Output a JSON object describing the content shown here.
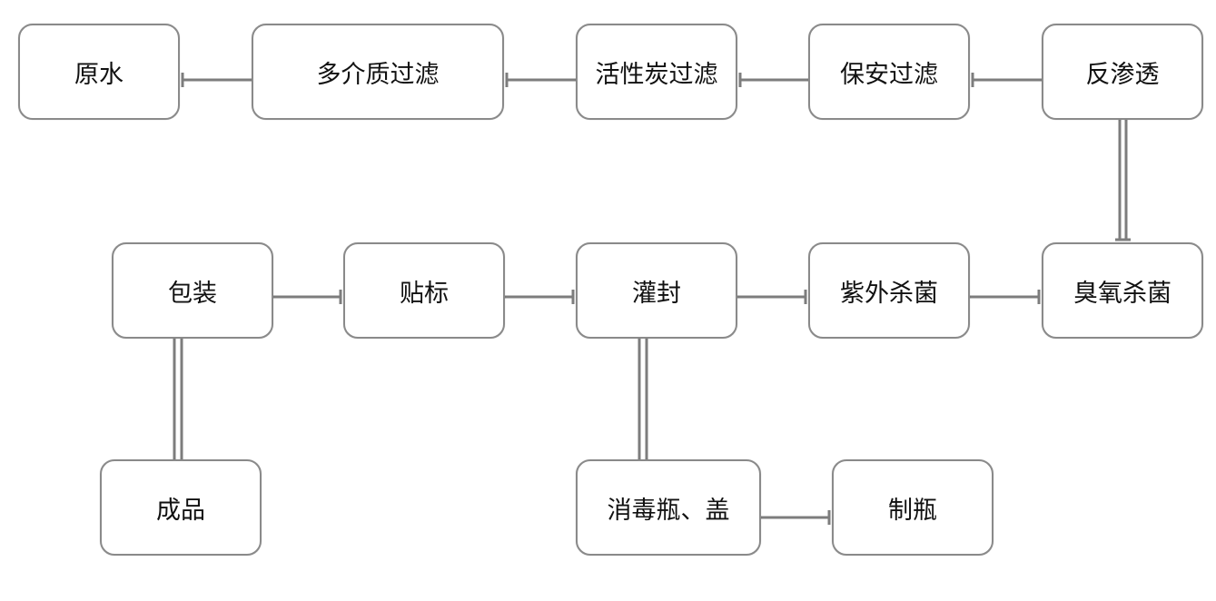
{
  "nodes": {
    "yuanshui": "原水",
    "duojie": "多介质过滤",
    "huoxing": "活性炭过滤",
    "baoan": "保安过滤",
    "fanshen": "反渗透",
    "chouyang": "臭氧杀菌",
    "ziwai": "紫外杀菌",
    "guanfeng": "灌封",
    "tiebiao": "贴标",
    "baozhuang": "包装",
    "chengpin": "成品",
    "xiaodu": "消毒瓶、盖",
    "zhiping": "制瓶"
  },
  "colors": {
    "line": "#7d7d7d",
    "border": "#8a8a8a",
    "background": "#ffffff"
  }
}
